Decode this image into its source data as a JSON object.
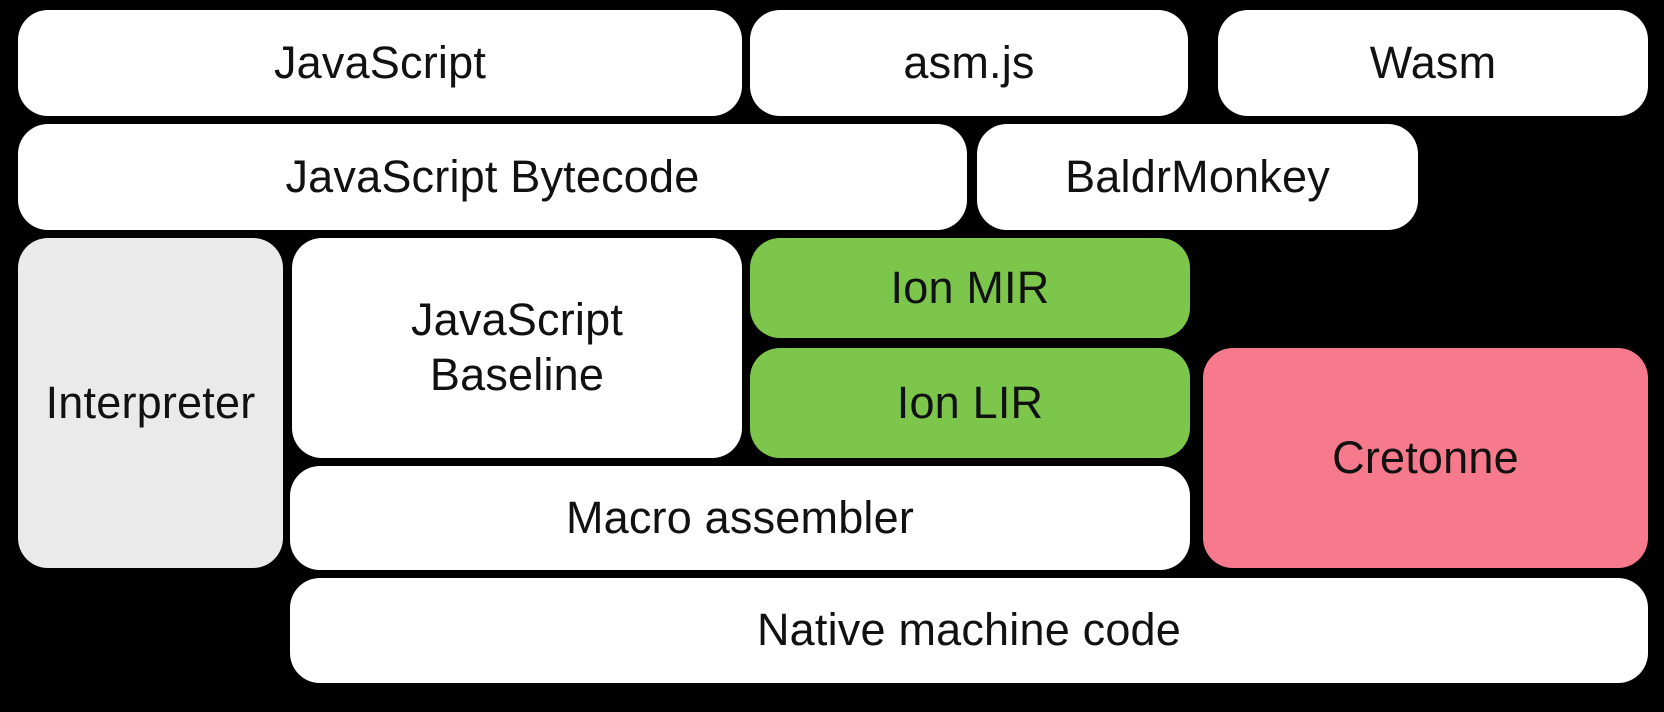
{
  "diagram": {
    "description": "Compiler pipeline block diagram",
    "colors": {
      "background": "#000000",
      "white": "#ffffff",
      "gray": "#eaeaea",
      "green": "#7cc64c",
      "pink": "#f67a8b",
      "text": "#111111"
    },
    "boxes": [
      {
        "id": "javascript",
        "label": "JavaScript",
        "color": "white"
      },
      {
        "id": "asmjs",
        "label": "asm.js",
        "color": "white"
      },
      {
        "id": "wasm",
        "label": "Wasm",
        "color": "white"
      },
      {
        "id": "bytecode",
        "label": "JavaScript Bytecode",
        "color": "white"
      },
      {
        "id": "baldrmonkey",
        "label": "BaldrMonkey",
        "color": "white"
      },
      {
        "id": "interpreter",
        "label": "Interpreter",
        "color": "gray"
      },
      {
        "id": "baseline",
        "label": "JavaScript Baseline",
        "color": "white"
      },
      {
        "id": "ion-mir",
        "label": "Ion MIR",
        "color": "green"
      },
      {
        "id": "ion-lir",
        "label": "Ion LIR",
        "color": "green"
      },
      {
        "id": "cretonne",
        "label": "Cretonne",
        "color": "pink"
      },
      {
        "id": "macro",
        "label": "Macro assembler",
        "color": "white"
      },
      {
        "id": "native",
        "label": "Native machine code",
        "color": "white"
      }
    ]
  }
}
